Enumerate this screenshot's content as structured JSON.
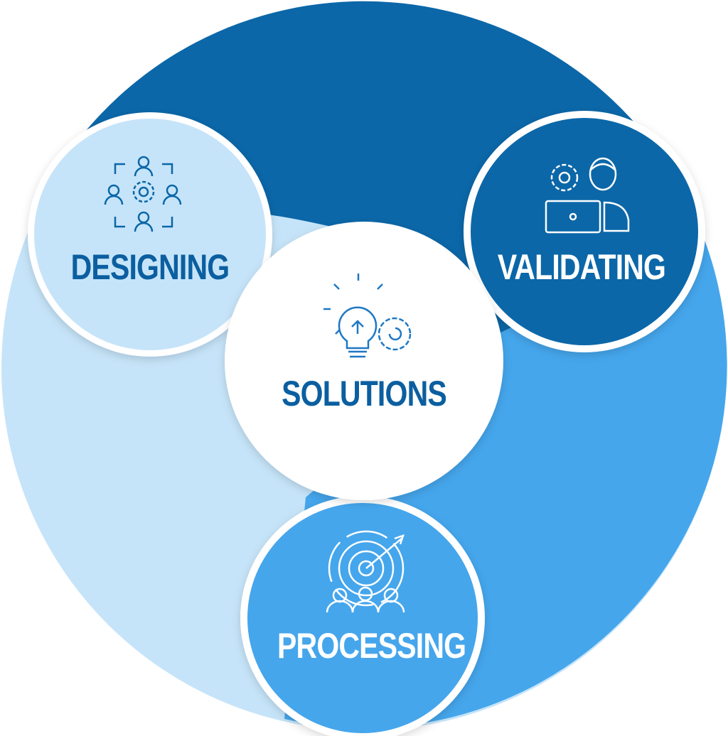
{
  "center": {
    "label": "SOLUTIONS",
    "icon": "lightbulb-gear-icon"
  },
  "stages": [
    {
      "label": "DESIGNING",
      "icon": "team-gear-icon"
    },
    {
      "label": "VALIDATING",
      "icon": "person-laptop-gear-icon"
    },
    {
      "label": "PROCESSING",
      "icon": "target-team-icon"
    }
  ],
  "colors": {
    "dark": "#0b67a8",
    "medium": "#45a6ec",
    "light": "#c6e4f9",
    "white": "#ffffff",
    "text_dark": "#0b5fa0"
  }
}
